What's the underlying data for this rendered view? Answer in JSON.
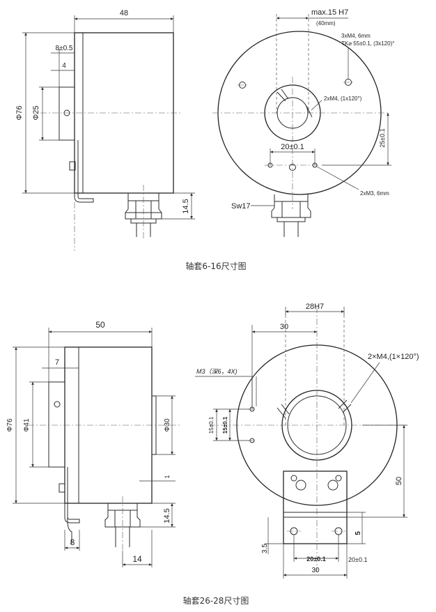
{
  "drawing1": {
    "caption": "轴套6-16尺寸图",
    "side": {
      "width": "48",
      "dia_outer": "Φ76",
      "dia_inner": "Φ25",
      "offset_a": "8±0.5",
      "offset_b": "4",
      "gland_height": "14.5"
    },
    "front": {
      "bore": "max.15 H7",
      "bore_note": "(40mm)",
      "holes_a_l1": "3xM4, 6mm",
      "holes_a_l2": "TK⌀ 55±0.1, (3x120)°",
      "holes_b": "2xM4, (1x120°)",
      "holes_c": "2xM3, 6mm",
      "spacing": "20±0.1",
      "height": "25±0.1",
      "wrench": "Sw17"
    }
  },
  "drawing2": {
    "caption": "轴套26-28尺寸图",
    "side": {
      "width": "50",
      "dia_outer": "Φ76",
      "dia_inner": "Φ41",
      "dia_shaft": "Φ30",
      "flange": "7",
      "step": "1",
      "gland_height": "14.5",
      "bracket": "8",
      "gland_width": "14"
    },
    "front": {
      "bore": "28H7",
      "bore_offset": "30",
      "holes_a": "2×M4,(1×120°)",
      "holes_m3": "M3（深6，4X)",
      "pitch_a": "15±0.1",
      "pitch_b": "15±0.1",
      "bracket_height": "50",
      "bracket_step": "5",
      "bracket_base": "3.5",
      "hole_spacing": "20±0.1",
      "hole_spacing_r": "20±0.1",
      "bracket_width": "30"
    }
  }
}
